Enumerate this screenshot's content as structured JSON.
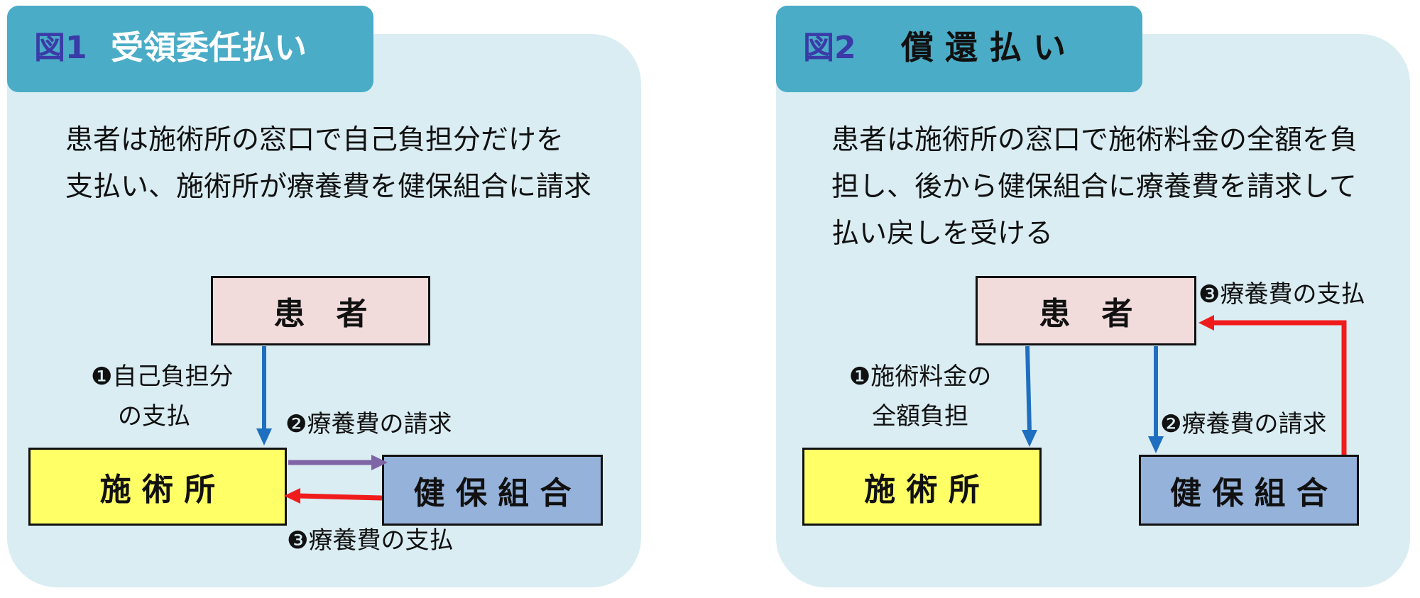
{
  "fig1": {
    "title_num": "図1",
    "title": "受領委任払い",
    "description": [
      "患者は施術所の窓口で自己負担分だけを",
      "支払い、施術所が療養費を健保組合に請求"
    ],
    "boxes": {
      "patient": "患　者",
      "clinic": "施 術 所",
      "union": "健 保 組 合"
    },
    "labels": {
      "self_pay": [
        "❶自己負担分",
        "の支払"
      ],
      "claim": "❷療養費の請求",
      "payment": "❸療養費の支払"
    }
  },
  "fig2": {
    "title_num": "図2",
    "title": "償 還 払 い",
    "description": [
      "患者は施術所の窓口で施術料金の全額を負",
      "担し、後から健保組合に療養費を請求して",
      "払い戻しを受ける"
    ],
    "boxes": {
      "patient": "患　者",
      "clinic": "施 術 所",
      "union": "健 保 組 合"
    },
    "labels": {
      "full_pay": [
        "❶施術料金の",
        "全額負担"
      ],
      "claim": "❷療養費の請求",
      "payment": "❸療養費の支払"
    }
  },
  "colors": {
    "panel": "#daedf3",
    "title_tab": "#4aacc6",
    "title_num": "#3a3aa8",
    "patient_box": "#f1dbdb",
    "clinic_box": "#ffff66",
    "union_box": "#95b2da",
    "arrow_blue": "#1f6fc0",
    "arrow_purple": "#7f64a6",
    "arrow_red": "#f01c1c"
  }
}
